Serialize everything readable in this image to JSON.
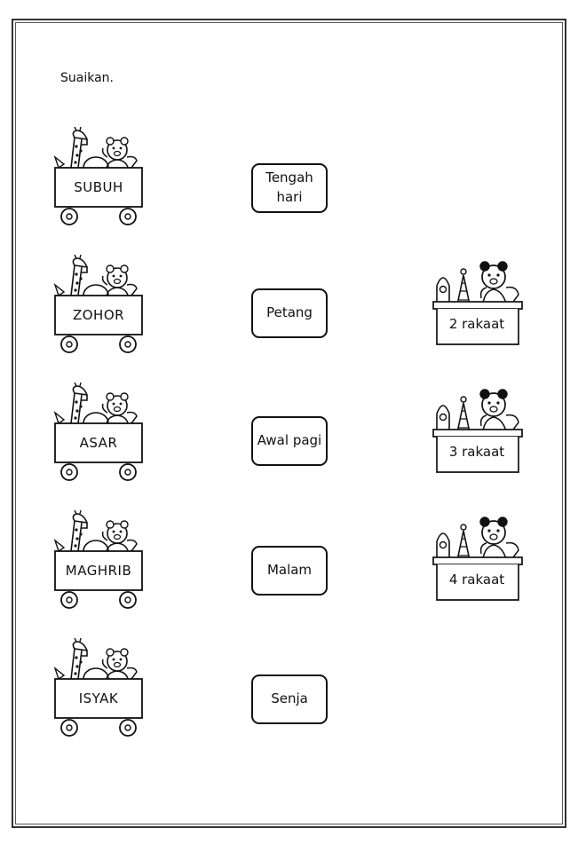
{
  "instruction": "Suaikan.",
  "prayers": [
    "SUBUH",
    "ZOHOR",
    "ASAR",
    "MAGHRIB",
    "ISYAK"
  ],
  "times": [
    {
      "line1": "Tengah",
      "line2": "hari"
    },
    {
      "line1": "Petang",
      "line2": ""
    },
    {
      "line1": "Awal pagi",
      "line2": ""
    },
    {
      "line1": "Malam",
      "line2": ""
    },
    {
      "line1": "Senja",
      "line2": ""
    }
  ],
  "rakaat": [
    "2 rakaat",
    "3 rakaat",
    "4 rakaat"
  ],
  "icons": {
    "wagon": "toy-wagon-icon",
    "toybox": "toy-box-icon"
  }
}
